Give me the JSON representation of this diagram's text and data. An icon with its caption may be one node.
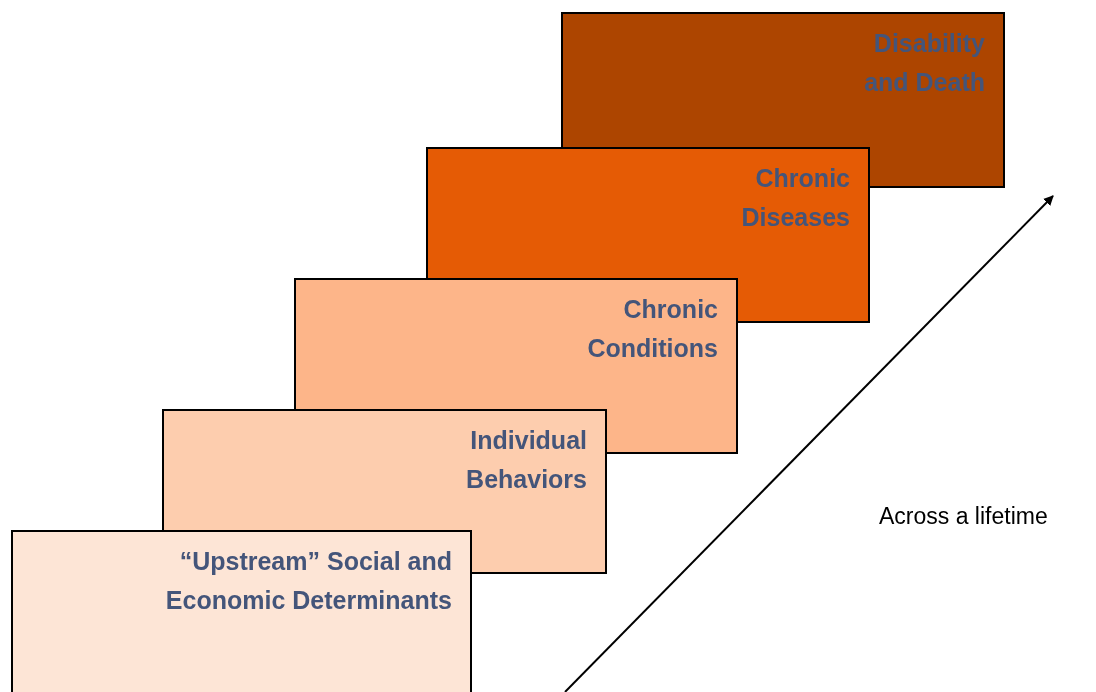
{
  "diagram": {
    "nodes": [
      {
        "text": [
          "Disability and Death"
        ]
      },
      {
        "text": [
          "Chronic Diseases"
        ]
      },
      {
        "text": [
          "Chronic Conditions"
        ]
      },
      {
        "text": [
          "Individual Behaviors"
        ]
      },
      {
        "text": [
          "“Upstream” Social and Economic Determinants"
        ]
      }
    ],
    "edges": [],
    "labels": [
      "Across a lifetime"
    ]
  }
}
